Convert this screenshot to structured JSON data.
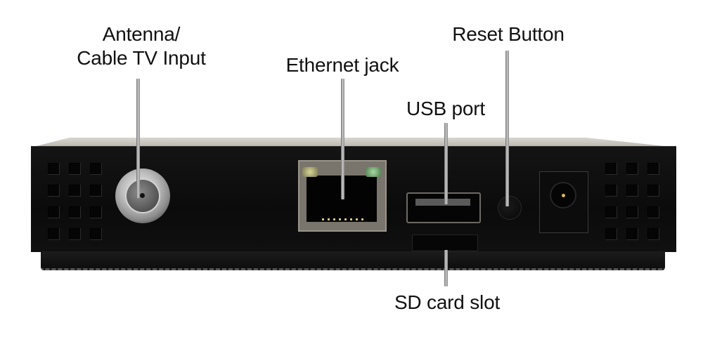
{
  "figure": {
    "subject": "Set-top box rear panel",
    "callouts": {
      "antenna": "Antenna/\nCable TV Input",
      "antenna_line1": "Antenna/",
      "antenna_line2": "Cable TV Input",
      "ethernet": "Ethernet jack",
      "usb": "USB port",
      "reset": "Reset Button",
      "sd": "SD card slot"
    }
  },
  "colors": {
    "device_body": "#0e0e0e",
    "lid": "#c9c6bd",
    "led_left": "#c9c58a",
    "led_right": "#8fc88a",
    "leader": "#9a9a9a"
  }
}
